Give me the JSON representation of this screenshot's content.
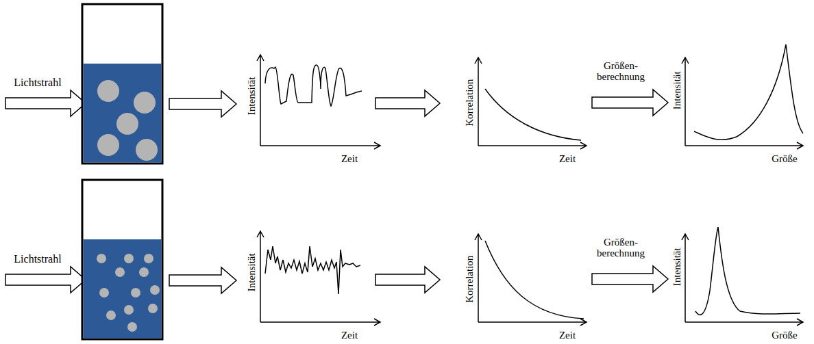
{
  "diagram": {
    "labels": [
      "Lichtstrahl",
      "Intensität",
      "Zeit",
      "Korrelation",
      "Zeit",
      "Größen- berechnung",
      "Intensität",
      "Größe",
      "Lichtstrahl",
      "Intensität",
      "Zeit",
      "Korrelation",
      "Zeit",
      "Größen- berechnung",
      "Intensität",
      "Größe"
    ]
  }
}
